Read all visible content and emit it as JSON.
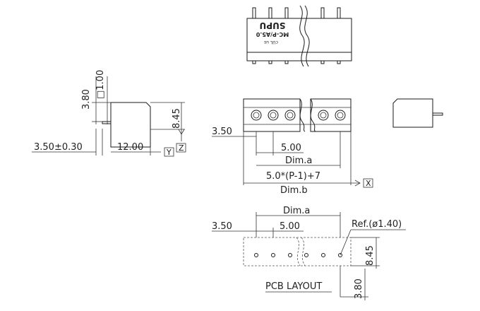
{
  "top_view": {
    "brand": "SUPU",
    "model": "MC-P/A5.0",
    "cert": "cUL us"
  },
  "side_view": {
    "dim_height_pin": "3.80",
    "dim_box": "□1.00",
    "dim_height": "8.45",
    "dim_offset": "3.50±0.30",
    "dim_length": "12.00",
    "datum_y": "Y",
    "datum_z": "Z"
  },
  "front_view": {
    "dim_edge": "3.50",
    "dim_pitch": "5.00",
    "dim_a": "Dim.a",
    "formula": "5.0*(P-1)+7",
    "dim_b": "Dim.b",
    "datum_x": "X"
  },
  "pcb_layout": {
    "dim_a": "Dim.a",
    "dim_edge": "3.50",
    "dim_pitch": "5.00",
    "ref_hole": "Ref.(ø1.40)",
    "dim_height": "8.45",
    "dim_offset": "3.80",
    "title": "PCB LAYOUT"
  }
}
